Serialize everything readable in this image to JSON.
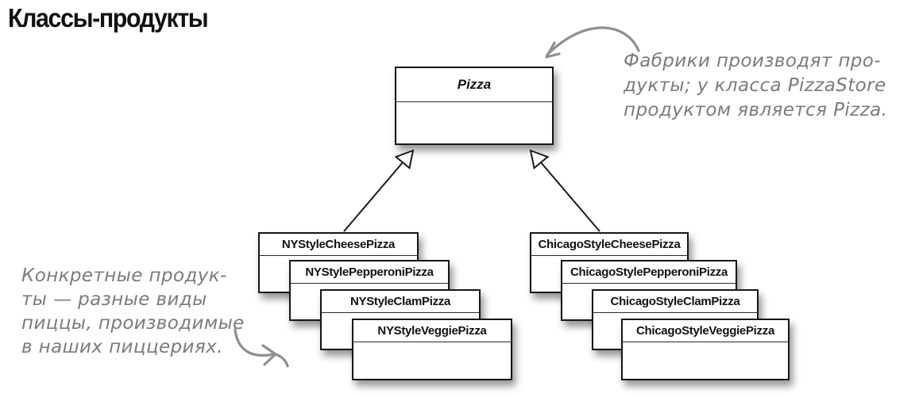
{
  "title": "Классы-продукты",
  "uml": {
    "parent": {
      "name": "Pizza"
    },
    "ny_products": [
      "NYStyleCheesePizza",
      "NYStylePepperoniPizza",
      "NYStyleClamPizza",
      "NYStyleVeggiePizza"
    ],
    "chicago_products": [
      "ChicagoStyleCheesePizza",
      "ChicagoStylePepperoniPizza",
      "ChicagoStyleClamPizza",
      "ChicagoStyleVeggiePizza"
    ]
  },
  "notes": {
    "factory": {
      "lines": [
        "Фабрики производят про-",
        "дукты; у класса PizzaStore",
        "продуктом является Pizza."
      ]
    },
    "concrete": {
      "lines": [
        "Конкретные продук-",
        "ты — разные виды",
        "пиццы, производимые",
        "в наших пиццериях."
      ]
    }
  },
  "colors": {
    "box_border": "#161616",
    "class_text": "#121212",
    "note_text": "#7b7b7b",
    "hand_arrow": "#8f8f8f",
    "background": "#ffffff"
  }
}
